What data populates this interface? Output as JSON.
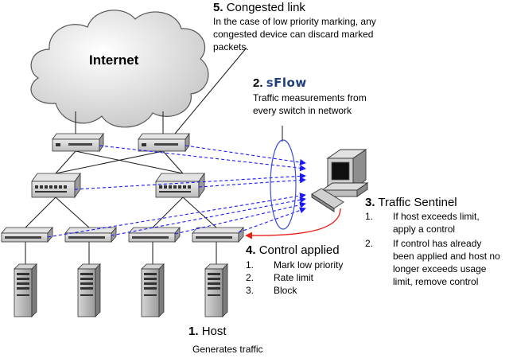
{
  "cloud": {
    "label": "Internet"
  },
  "callouts": {
    "congested": {
      "number": "5.",
      "title": "Congested link",
      "desc": [
        "In the case of low priority marking, any",
        "congested device can discard marked",
        "packets."
      ]
    },
    "sflow": {
      "number": "2.",
      "logo": "sFlow",
      "desc": [
        "Traffic measurements from",
        "every switch in network"
      ]
    },
    "sentinel": {
      "number": "3.",
      "title": "Traffic Sentinel",
      "items": [
        {
          "n": "1.",
          "lines": [
            "If host exceeds limit,",
            "apply a control"
          ]
        },
        {
          "n": "2.",
          "lines": [
            "If control has already",
            "been applied and host no",
            "longer exceeds usage",
            "limit, remove control"
          ]
        }
      ]
    },
    "control": {
      "number": "4.",
      "title": "Control applied",
      "items": [
        {
          "n": "1.",
          "text": "Mark low priority"
        },
        {
          "n": "2.",
          "text": "Rate limit"
        },
        {
          "n": "3.",
          "text": "Block"
        }
      ]
    },
    "host": {
      "number": "1.",
      "title": "Host",
      "desc": "Generates traffic"
    }
  },
  "colors": {
    "measurement_arrow": "#1a1aff",
    "control_arrow": "#e8201a",
    "oval": "#3a4fd0",
    "device": "#c9c9c9"
  },
  "icons": [
    "cloud-icon",
    "router-icon",
    "switch-icon",
    "server-icon",
    "workstation-icon"
  ]
}
